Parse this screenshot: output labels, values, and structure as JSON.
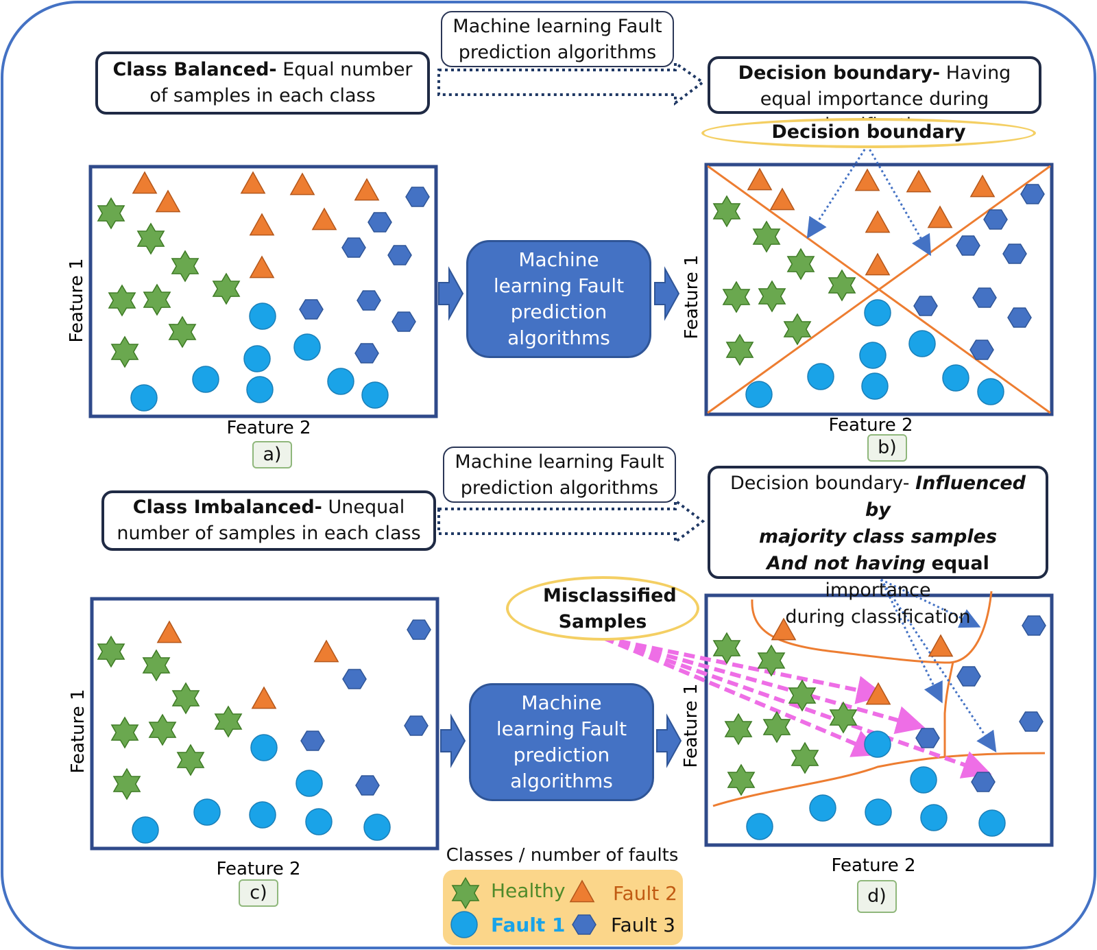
{
  "top": {
    "balanced_title": "Class Balanced-",
    "balanced_text": "Equal number of samples in each class",
    "algo_label": "Machine learning Fault prediction algorithms",
    "boundary_title": "Decision boundary-",
    "boundary_text": "Having equal importance during classification",
    "boundary_ellipse": "Decision boundary"
  },
  "bottom": {
    "imbalanced_title": "Class Imbalanced-",
    "imbalanced_text": "Unequal number of samples in each class",
    "algo_label": "Machine learning Fault prediction algorithms",
    "boundary_line1_plain": "Decision boundary-",
    "boundary_line1_em": "Influenced by",
    "boundary_line2_em": "majority class samples",
    "boundary_line3_em": "And not having",
    "boundary_line3_bold": "equal",
    "boundary_line3_plain": "importance",
    "boundary_line4": "during classification",
    "misclassified": "Misclassified Samples"
  },
  "ml_block": "Machine learning Fault prediction algorithms",
  "axes": {
    "feature1": "Feature 1",
    "feature2": "Feature 2"
  },
  "panel_tags": {
    "a": "a)",
    "b": "b)",
    "c": "c)",
    "d": "d)"
  },
  "legend": {
    "title": "Classes / number of faults",
    "healthy": "Healthy",
    "fault1": "Fault 1",
    "fault2": "Fault 2",
    "fault3": "Fault 3"
  },
  "colors": {
    "healthy": "#6aa84f",
    "fault1": "#1aa3e8",
    "fault2": "#ed7d31",
    "fault3": "#4472c4",
    "boundary": "#ed7d31",
    "misclassified_arrow": "#ee6ee6",
    "frame": "#2f4a8a"
  }
}
